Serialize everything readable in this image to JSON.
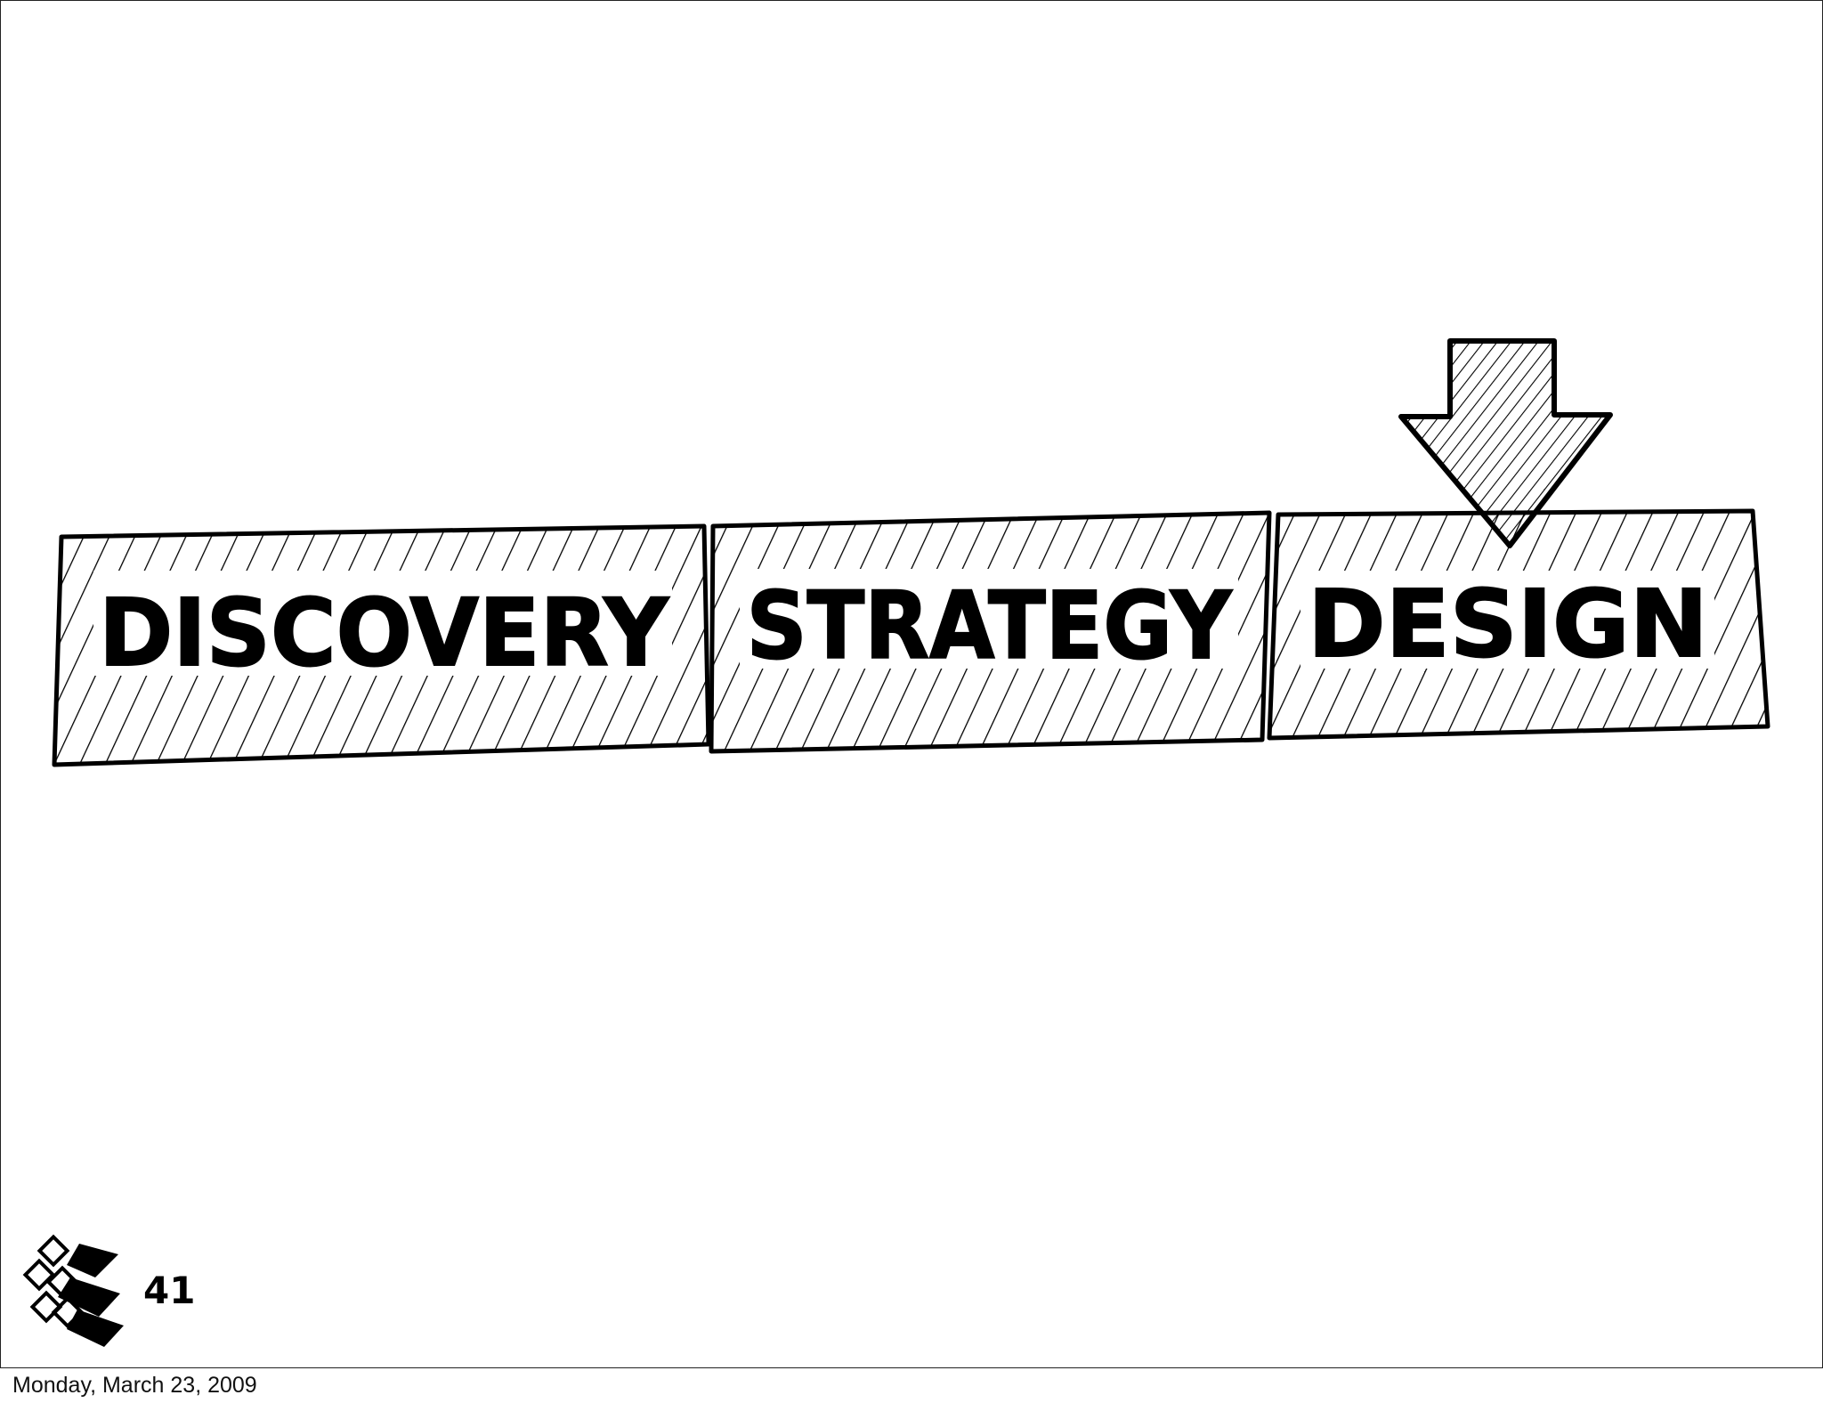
{
  "stages": [
    {
      "label": "DISCOVERY",
      "highlighted": false
    },
    {
      "label": "STRATEGY",
      "highlighted": false
    },
    {
      "label": "DESIGN",
      "highlighted": true
    }
  ],
  "indicator": {
    "icon": "down-arrow-icon",
    "points_to": "DESIGN"
  },
  "slide_number": "41",
  "footer_date": "Monday, March 23, 2009",
  "logo": {
    "icon": "diamond-grid-logo"
  },
  "colors": {
    "ink": "#000000",
    "paper": "#ffffff"
  }
}
